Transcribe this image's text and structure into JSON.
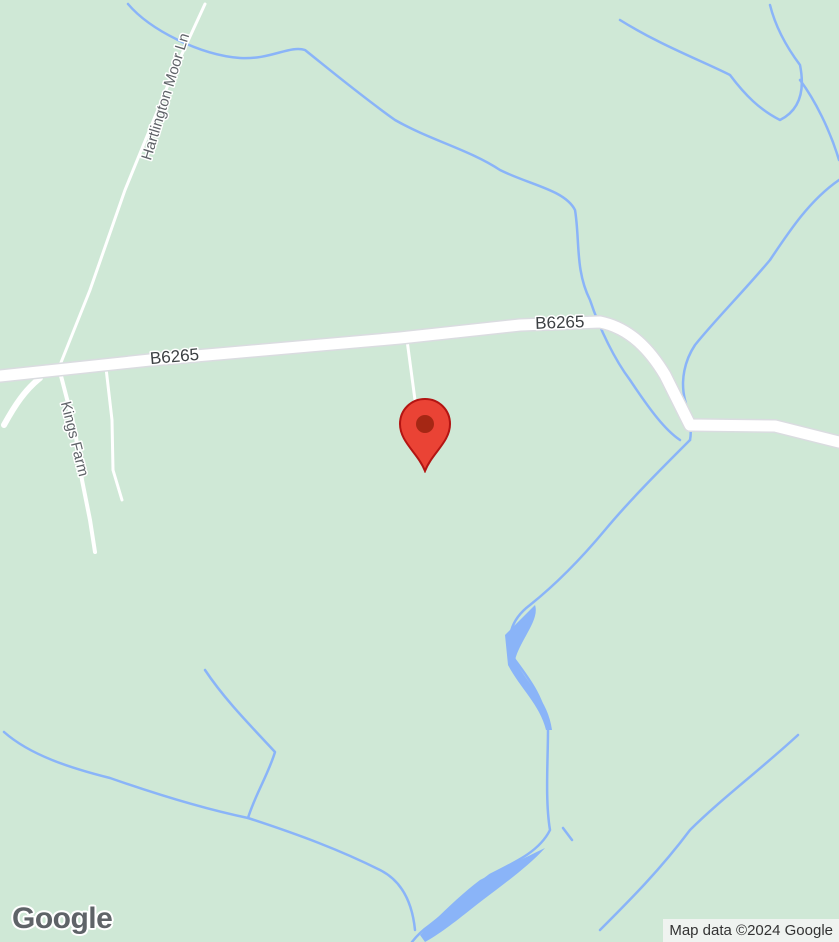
{
  "map": {
    "roads": {
      "primary_label_1": "B6265",
      "primary_label_2": "B6265",
      "lane_north": "Hartlington Moor Ln",
      "lane_south": "Kings Farm"
    },
    "marker": {
      "icon": "map-pin-icon",
      "color": "#ea4335"
    },
    "logo": "Google",
    "attribution": "Map data ©2024 Google",
    "colors": {
      "land": "#cfe8d6",
      "water": "#8ab4f8",
      "road": "#ffffff"
    }
  }
}
